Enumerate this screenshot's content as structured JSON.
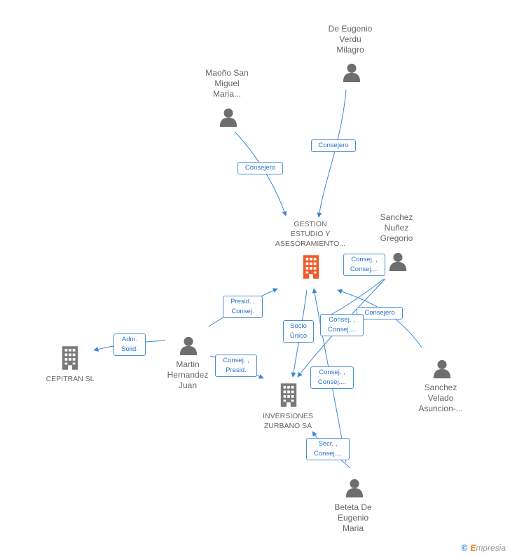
{
  "colors": {
    "person": "#6e6e6e",
    "company": "#7a7a7a",
    "company_highlight": "#f05a2a",
    "edge": "#3a86d6"
  },
  "nodes": {
    "gestion": {
      "label": "GESTION\nESTUDIO Y\nASESORAMIENTO...",
      "icon": "building-icon"
    },
    "inversiones": {
      "label": "INVERSIONES\nZURBANO SA",
      "icon": "building-icon"
    },
    "cepitran": {
      "label": "CEPITRAN SL",
      "icon": "building-icon"
    },
    "de_eugenio": {
      "label": "De Eugenio\nVerdu\nMilagro",
      "icon": "person-icon"
    },
    "maono": {
      "label": "Maoño San\nMiguel\nMaria...",
      "icon": "person-icon"
    },
    "sanchez_nunez": {
      "label": "Sanchez\nNuñez\nGregorio",
      "icon": "person-icon"
    },
    "martin": {
      "label": "Martin\nHernandez\nJuan",
      "icon": "person-icon"
    },
    "sanchez_velado": {
      "label": "Sanchez\nVelado\nAsuncion-...",
      "icon": "person-icon"
    },
    "beteta": {
      "label": "Beteta De\nEugenio\nMaria",
      "icon": "person-icon"
    }
  },
  "edges": {
    "e1": "Consejero",
    "e2": "Consejero",
    "e3": "Consej. ,\nConsej....",
    "e4": "Consejero",
    "e5": "Presid. ,\nConsej.",
    "e6": "Adm.\nSolid.",
    "e7": "Consej. ,\nPresid.",
    "e8": "Socio\nÚnico",
    "e9": "Consej. ,\nConsej....",
    "e10": "Consej. ,\nConsej....",
    "e11": "Secr. ,\nConsej...."
  },
  "footer": {
    "copyright": "©",
    "brand_first": "E",
    "brand_rest": "mpresia"
  }
}
